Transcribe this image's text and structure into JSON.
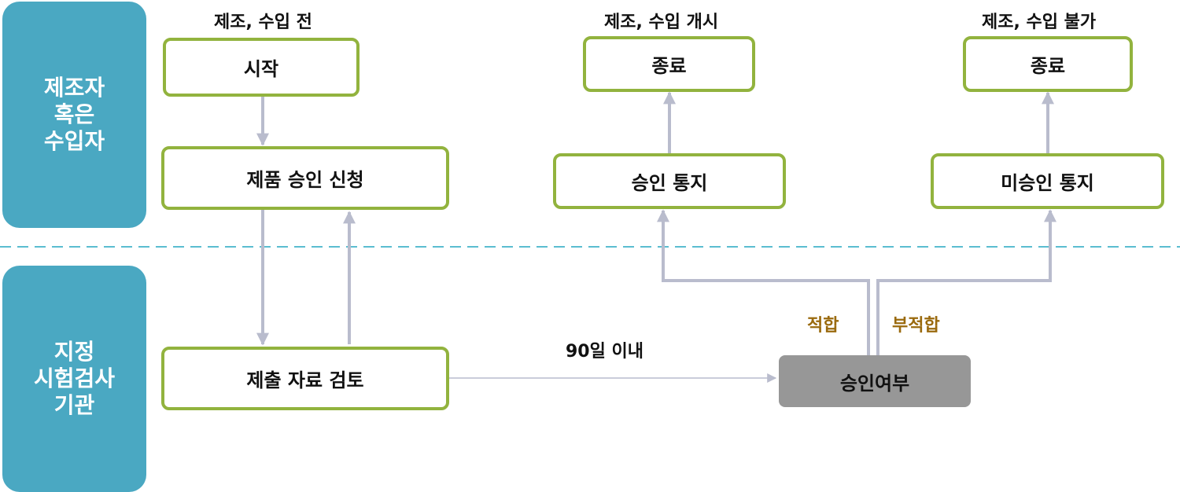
{
  "lanes": {
    "manufacturer": "제조자\n혹은\n수입자",
    "agency": "지정\n시험검사\n기관"
  },
  "headers": {
    "before": "제조, 수입 전",
    "start": "제조, 수입 개시",
    "impossible": "제조, 수입 불가"
  },
  "nodes": {
    "start": "시작",
    "end_approved": "종료",
    "end_rejected": "종료",
    "apply": "제품 승인 신청",
    "approve_notice": "승인 통지",
    "reject_notice": "미승인 통지",
    "review": "제출 자료 검토",
    "decision": "승인여부"
  },
  "edge_labels": {
    "days": "90일 이내",
    "pass": "적합",
    "fail": "부적합"
  },
  "colors": {
    "lane": "#4aa8c2",
    "box_border": "#92b33e",
    "arrow": "#b9bccd",
    "divider": "#5bbdd0",
    "decision": "#979797",
    "label_accent": "#9a6a0e"
  }
}
